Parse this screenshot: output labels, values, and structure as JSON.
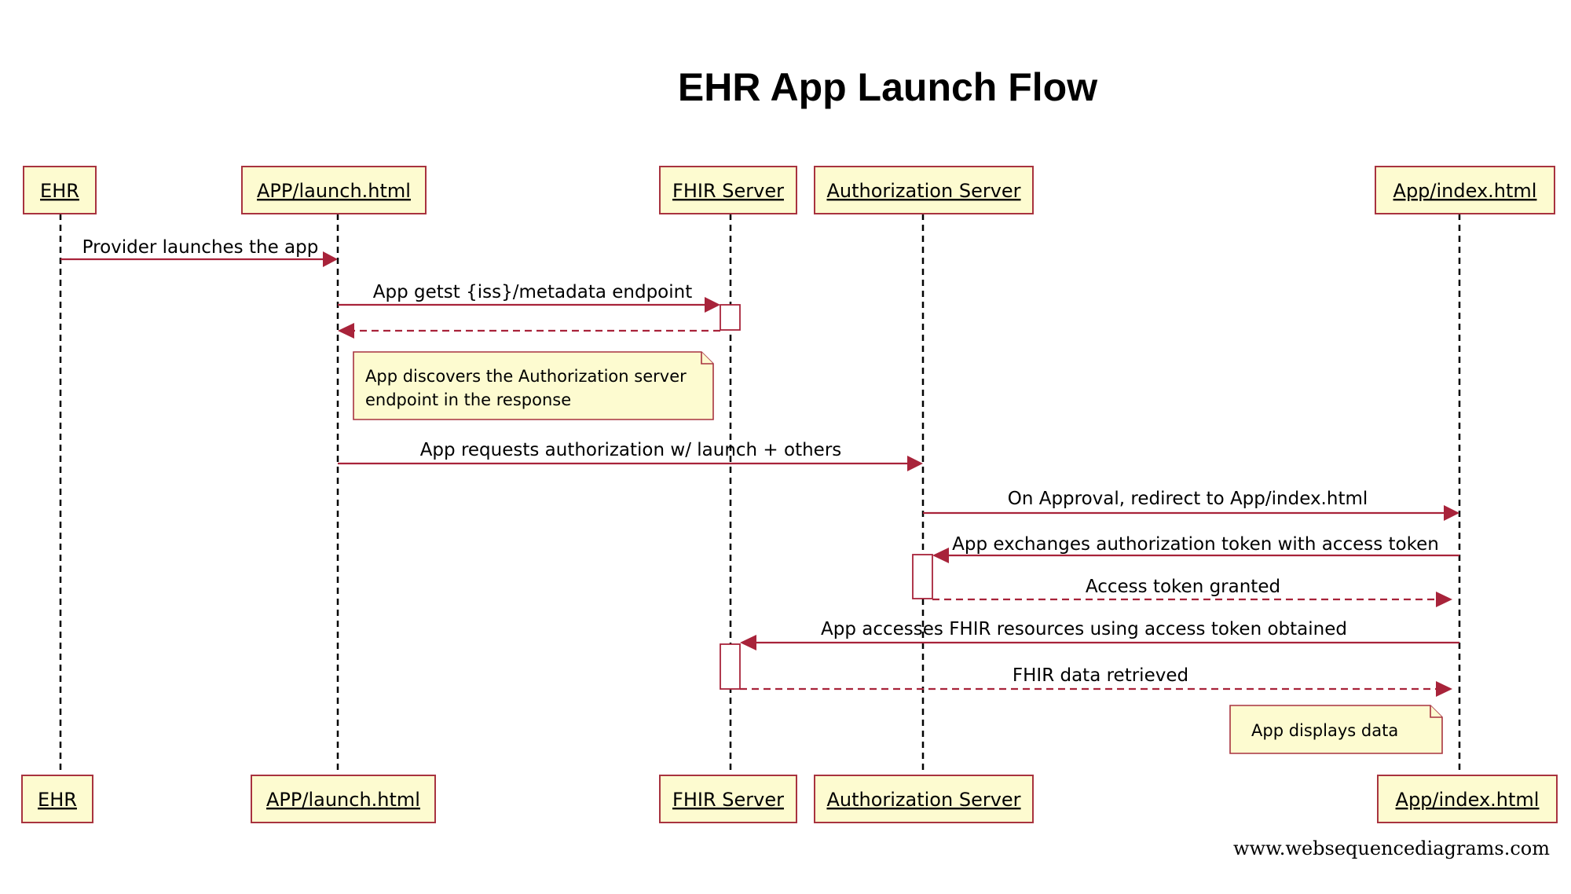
{
  "title": "EHR App Launch Flow",
  "participants": [
    {
      "id": "ehr",
      "label": "EHR"
    },
    {
      "id": "launch",
      "label": "APP/launch.html"
    },
    {
      "id": "fhir",
      "label": "FHIR Server"
    },
    {
      "id": "auth",
      "label": "Authorization Server"
    },
    {
      "id": "index",
      "label": "App/index.html"
    }
  ],
  "messages": [
    {
      "from": "ehr",
      "to": "launch",
      "style": "solid",
      "label": "Provider launches the app"
    },
    {
      "from": "launch",
      "to": "fhir",
      "style": "solid",
      "label": "App getst {iss}/metadata endpoint"
    },
    {
      "from": "fhir",
      "to": "launch",
      "style": "dashed",
      "label": ""
    },
    {
      "from": "launch",
      "to": "auth",
      "style": "solid",
      "label": "App requests authorization w/ launch + others"
    },
    {
      "from": "auth",
      "to": "index",
      "style": "solid",
      "label": "On Approval, redirect to App/index.html"
    },
    {
      "from": "index",
      "to": "auth",
      "style": "solid",
      "label": "App exchanges authorization token with access token"
    },
    {
      "from": "auth",
      "to": "index",
      "style": "dashed",
      "label": "Access token granted"
    },
    {
      "from": "index",
      "to": "fhir",
      "style": "solid",
      "label": "App accesses FHIR resources using access token obtained"
    },
    {
      "from": "fhir",
      "to": "index",
      "style": "dashed",
      "label": "FHIR data retrieved"
    }
  ],
  "notes": [
    {
      "lines": [
        "App discovers the Authorization server",
        "endpoint in the response"
      ]
    },
    {
      "lines": [
        "App displays data"
      ]
    }
  ],
  "watermark": "www.websequencediagrams.com",
  "colors": {
    "actor_fill": "#fdfbd0",
    "actor_stroke": "#a8333f",
    "arrow": "#a8233a"
  }
}
